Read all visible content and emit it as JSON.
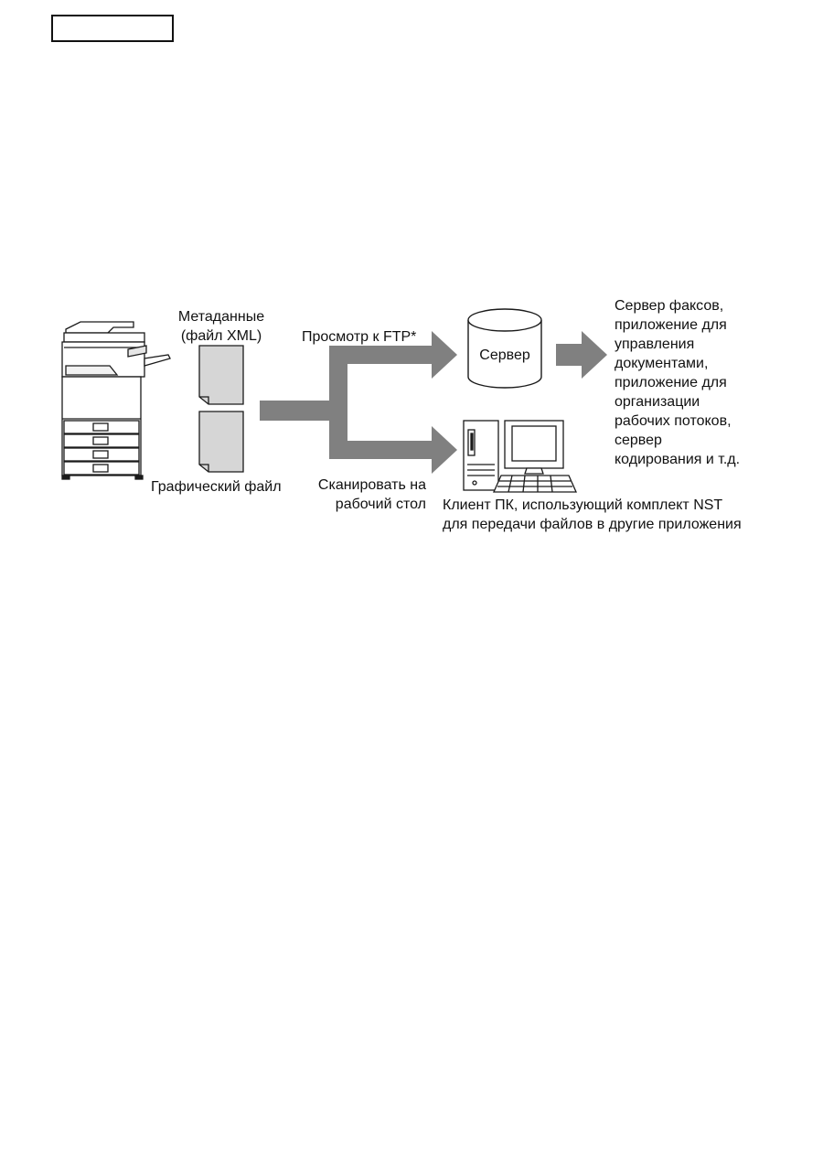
{
  "labels": {
    "metadata": [
      "Метаданные",
      "(файл XML)"
    ],
    "image_file": "Графический файл",
    "ftp_browse": "Просмотр к FTP*",
    "scan_to_desktop": [
      "Сканировать на",
      "рабочий стол"
    ],
    "server": "Сервер",
    "server_apps": [
      "Сервер факсов,",
      "приложение для",
      "управления",
      "документами,",
      "приложение для",
      "организации",
      "рабочих потоков,",
      "сервер",
      "кодирования и т.д."
    ],
    "pc_client": [
      "Клиент ПК, использующий комплект NST",
      "для передачи файлов в другие приложения"
    ]
  },
  "icons": {
    "printer": "mfp-printer-icon",
    "document": "document-icon",
    "server": "database-cylinder-icon",
    "computer": "desktop-computer-icon"
  },
  "colors": {
    "arrow": "#808080",
    "doc_fill": "#d6d6d6",
    "stroke": "#1a1a1a"
  }
}
